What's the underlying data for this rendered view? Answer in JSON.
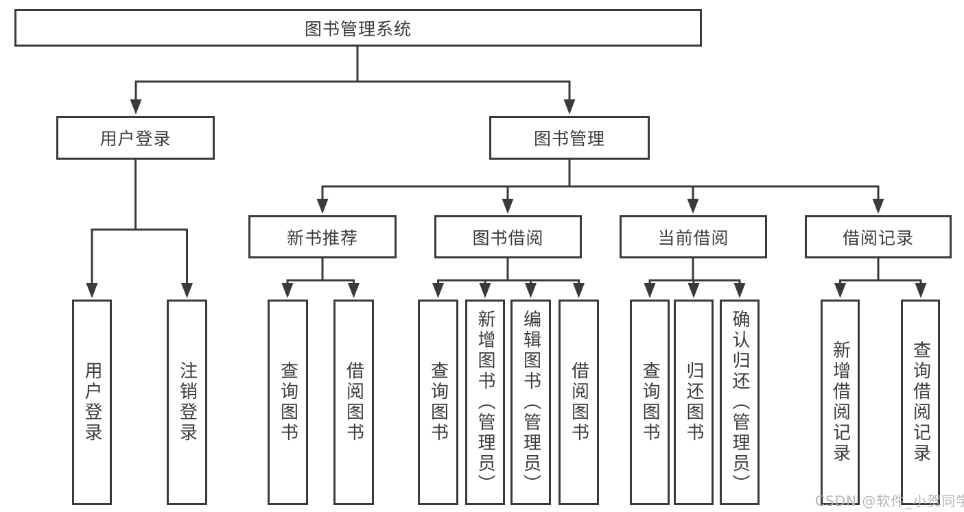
{
  "watermark": {
    "text": "CSDN @软件_小贺同学",
    "color": "#b5b5b5"
  },
  "diagram": {
    "type": "tree",
    "line_color": "#3a3a3a",
    "root": {
      "label": "图书管理系统"
    },
    "level2": [
      {
        "label": "用户登录",
        "children": [
          "用户登录",
          "注销登录"
        ]
      },
      {
        "label": "图书管理"
      }
    ],
    "level3": [
      {
        "label": "新书推荐",
        "children": [
          "查询图书",
          "借阅图书"
        ]
      },
      {
        "label": "图书借阅",
        "children": [
          "查询图书",
          "新增图书（管理员）",
          "编辑图书（管理员）",
          "借阅图书"
        ]
      },
      {
        "label": "当前借阅",
        "children": [
          "查询图书",
          "归还图书",
          "确认归还（管理员）"
        ]
      },
      {
        "label": "借阅记录",
        "children": [
          "新增借阅记录",
          "查询借阅记录"
        ]
      }
    ]
  }
}
